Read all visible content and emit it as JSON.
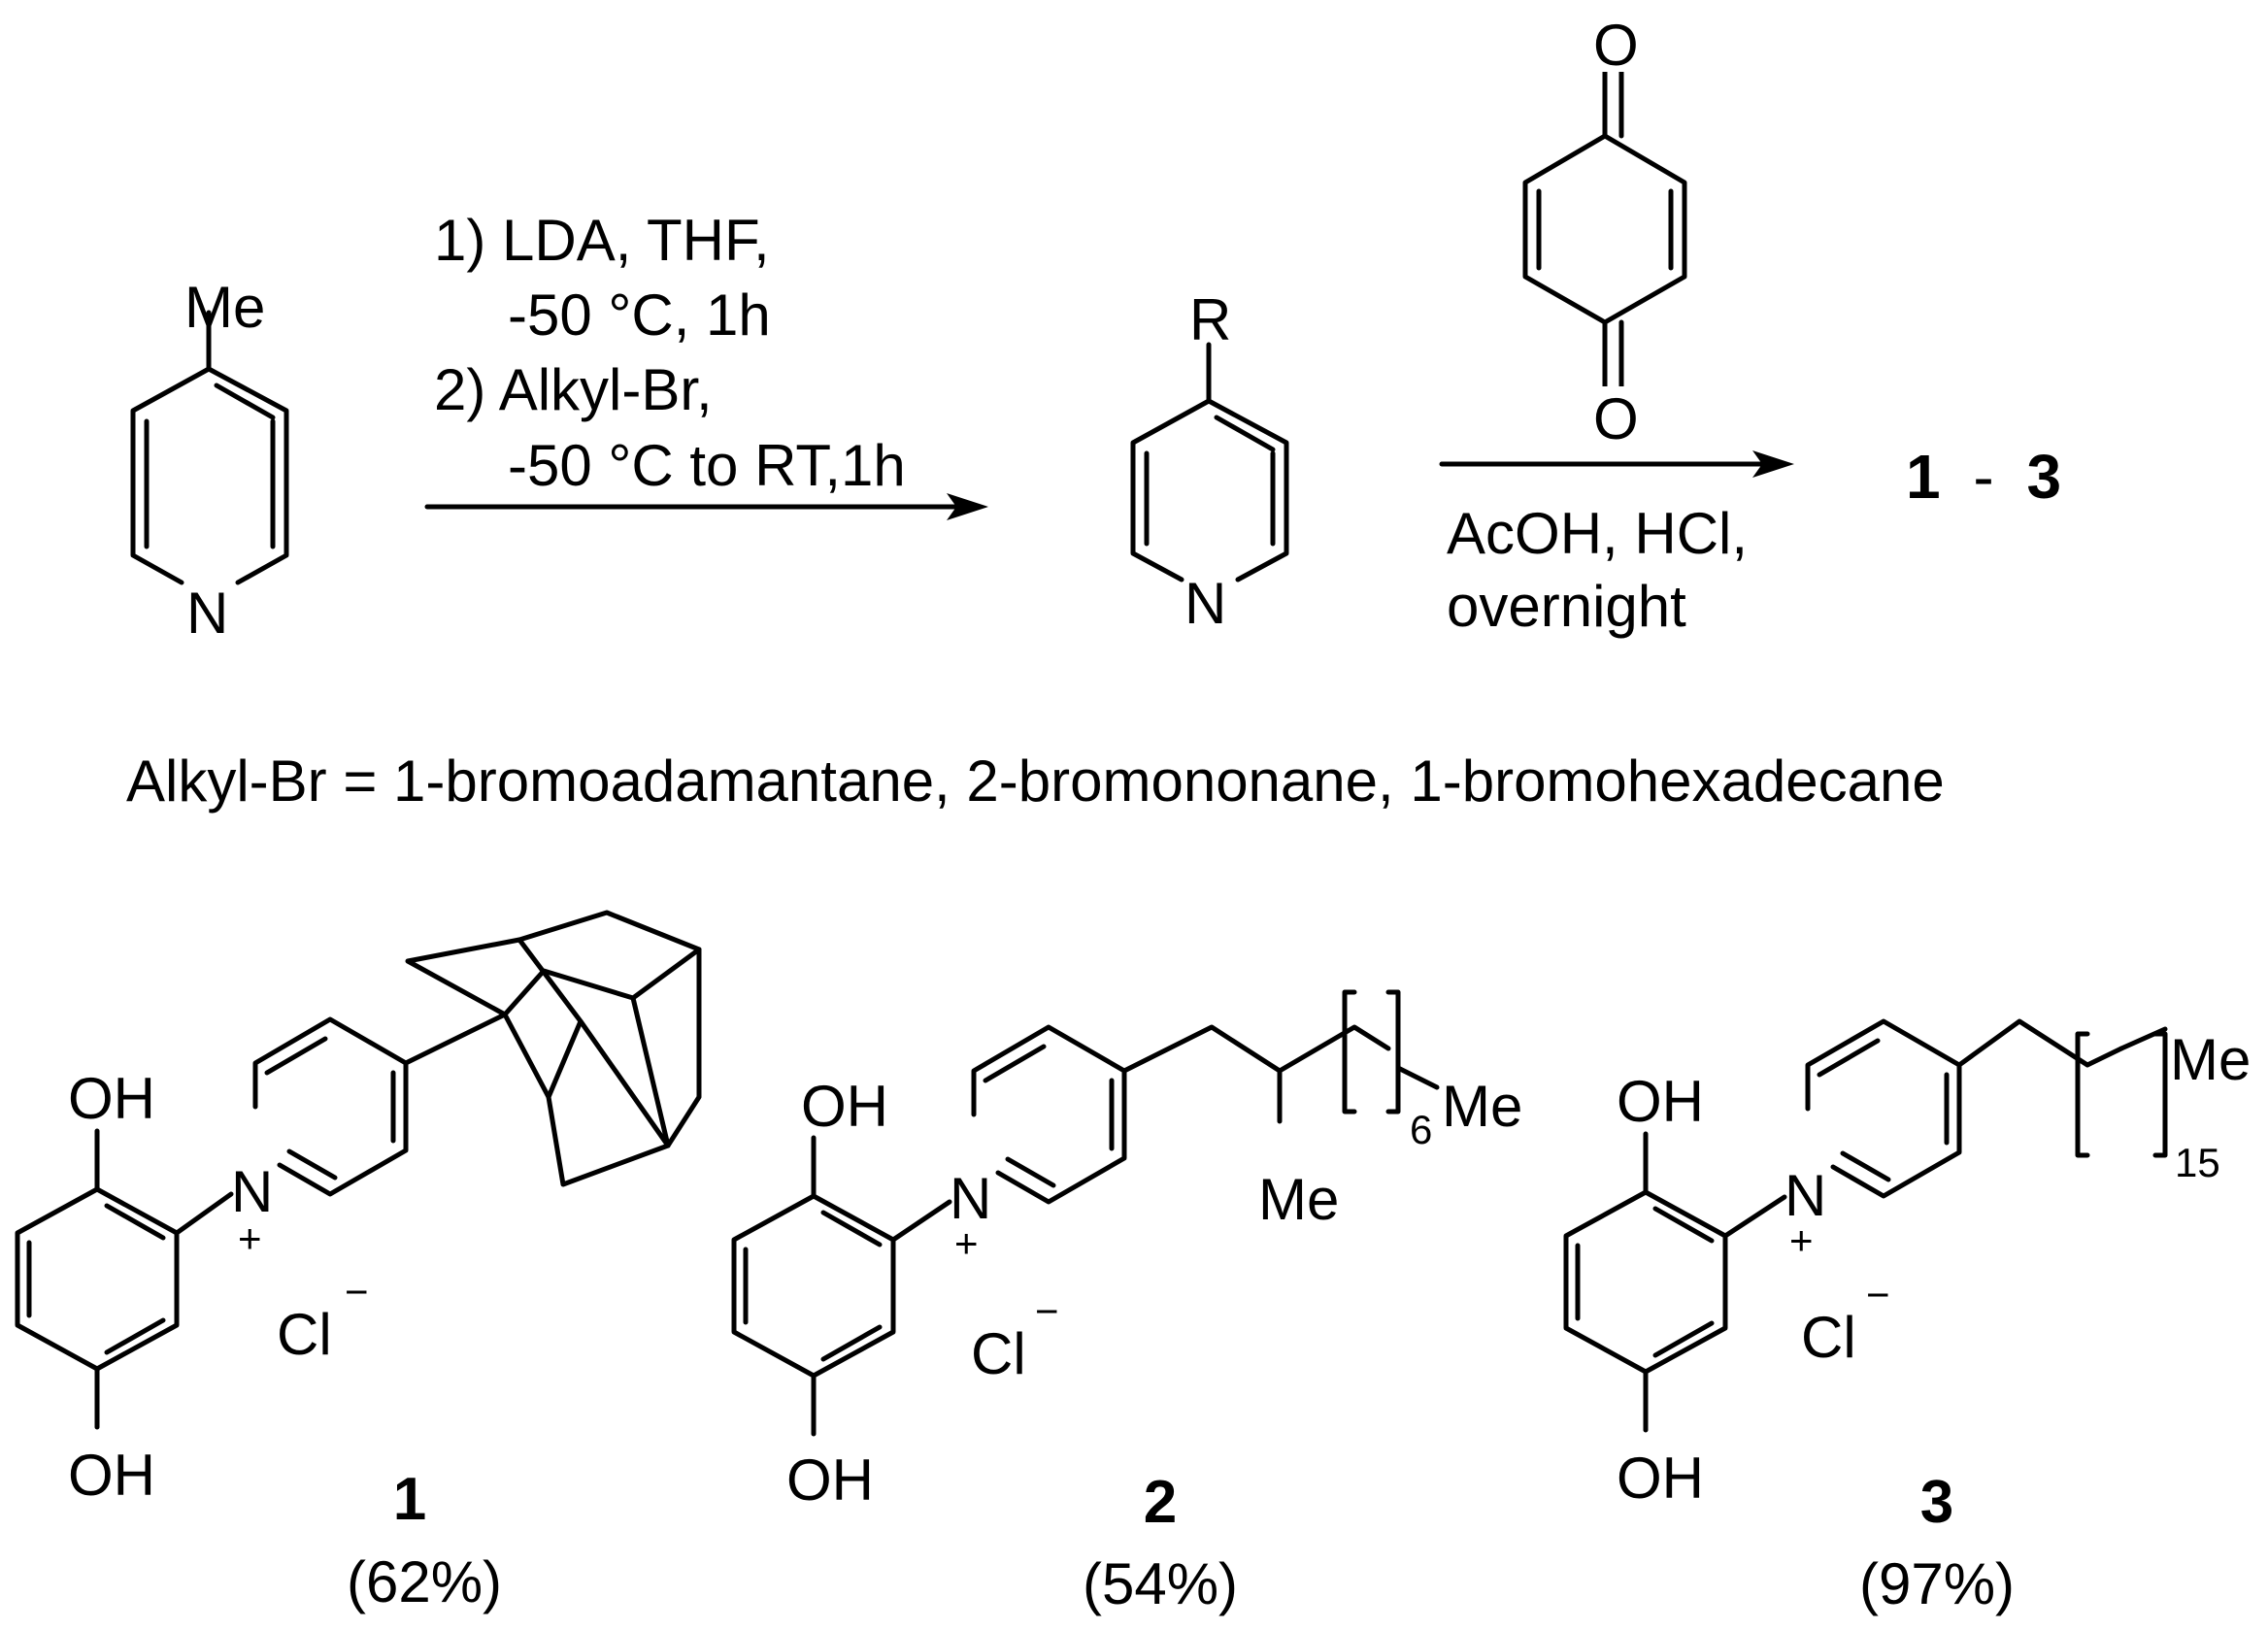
{
  "reactant": {
    "substituent": "Me",
    "ring_atom": "N"
  },
  "step1": {
    "conditions": [
      "1) LDA, THF,",
      "-50 °C, 1h",
      "2) Alkyl-Br,",
      "-50 °C to RT,1h"
    ]
  },
  "intermediate": {
    "substituent": "R",
    "ring_atom": "N"
  },
  "step2": {
    "reagent_atoms": [
      "O",
      "O"
    ],
    "conditions": [
      "AcOH, HCl,",
      "overnight"
    ]
  },
  "product_range": {
    "start": "1",
    "separator": "-",
    "end": "3"
  },
  "alkyl_note": "Alkyl-Br = 1-bromoadamantane, 2-bromononane, 1-bromohexadecane",
  "products": [
    {
      "hydroxyl_top": "OH",
      "hydroxyl_bottom": "OH",
      "nitrogen": "N",
      "charge": "+",
      "counterion": "Cl",
      "counter_charge": "−",
      "number": "1",
      "yield": "(62%)"
    },
    {
      "hydroxyl_top": "OH",
      "hydroxyl_bottom": "OH",
      "nitrogen": "N",
      "charge": "+",
      "counterion": "Cl",
      "counter_charge": "−",
      "number": "2",
      "yield": "(54%)",
      "branch_methyl": "Me",
      "chain_repeat": "6",
      "chain_end": "Me"
    },
    {
      "hydroxyl_top": "OH",
      "hydroxyl_bottom": "OH",
      "nitrogen": "N",
      "charge": "+",
      "counterion": "Cl",
      "counter_charge": "−",
      "number": "3",
      "yield": "(97%)",
      "chain_repeat": "15",
      "chain_end": "Me"
    }
  ]
}
